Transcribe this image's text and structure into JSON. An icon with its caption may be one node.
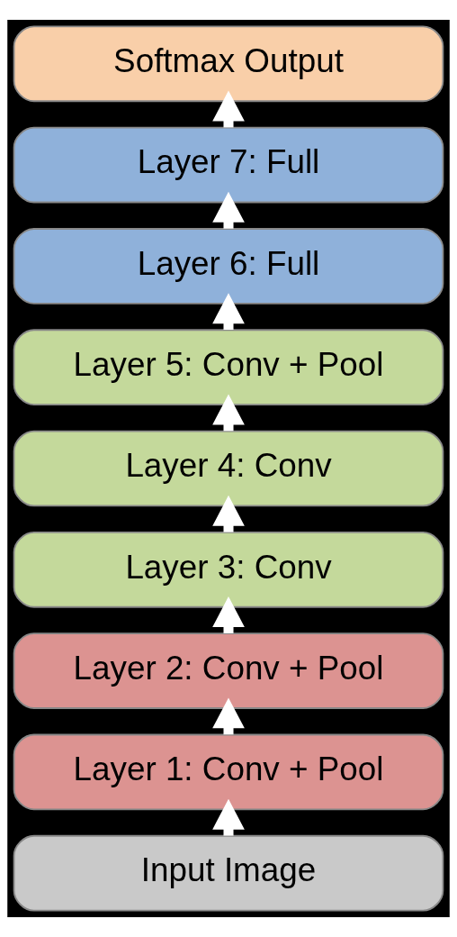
{
  "diagram": {
    "nodes": [
      {
        "text": [
          "Softmax Output"
        ]
      },
      {
        "text": [
          "Layer 7: Full"
        ]
      },
      {
        "text": [
          "Layer 6: Full"
        ]
      },
      {
        "text": [
          "Layer 5: Conv + Pool"
        ]
      },
      {
        "text": [
          "Layer 4: Conv"
        ]
      },
      {
        "text": [
          "Layer 3: Conv"
        ]
      },
      {
        "text": [
          "Layer 2: Conv + Pool"
        ]
      },
      {
        "text": [
          "Layer 1: Conv + Pool"
        ]
      },
      {
        "text": [
          "Input Image"
        ]
      }
    ],
    "edges": [
      {
        "from": 8,
        "to": 7,
        "arrow": "to"
      },
      {
        "from": 7,
        "to": 6,
        "arrow": "to"
      },
      {
        "from": 6,
        "to": 5,
        "arrow": "to"
      },
      {
        "from": 5,
        "to": 4,
        "arrow": "to"
      },
      {
        "from": 4,
        "to": 3,
        "arrow": "to"
      },
      {
        "from": 3,
        "to": 2,
        "arrow": "to"
      },
      {
        "from": 2,
        "to": 1,
        "arrow": "to"
      },
      {
        "from": 1,
        "to": 0,
        "arrow": "to"
      }
    ]
  }
}
